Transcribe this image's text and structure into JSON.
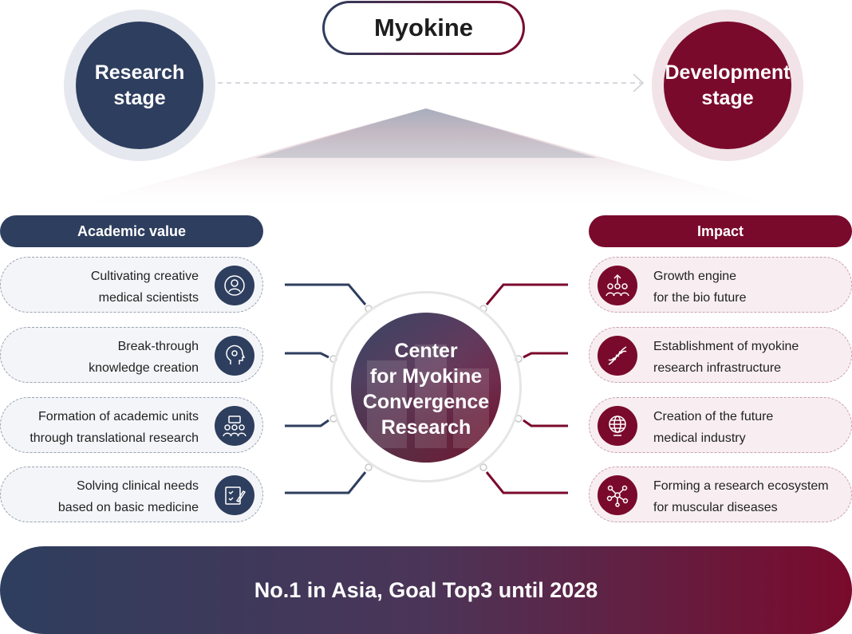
{
  "title": "Myokine",
  "research_stage": {
    "line1": "Research",
    "line2": "stage"
  },
  "development_stage": {
    "line1": "Development",
    "line2": "stage"
  },
  "left_column": {
    "header": "Academic value",
    "items": [
      {
        "line1": "Cultivating creative",
        "line2": "medical scientists",
        "icon": "creative-scientist-icon"
      },
      {
        "line1": "Break-through",
        "line2": "knowledge creation",
        "icon": "brain-gear-icon"
      },
      {
        "line1": "Formation of academic units",
        "line2": "through translational research",
        "icon": "team-presentation-icon"
      },
      {
        "line1": "Solving clinical needs",
        "line2": "based on basic medicine",
        "icon": "checklist-pencil-icon"
      }
    ]
  },
  "right_column": {
    "header": "Impact",
    "items": [
      {
        "line1": "Growth engine",
        "line2": "for the bio future",
        "icon": "people-growth-icon"
      },
      {
        "line1": "Establishment of myokine",
        "line2": "research infrastructure",
        "icon": "dna-icon"
      },
      {
        "line1": "Creation of the future",
        "line2": "medical industry",
        "icon": "globe-hand-icon"
      },
      {
        "line1": "Forming a research ecosystem",
        "line2": "for muscular  diseases",
        "icon": "network-nodes-icon"
      }
    ]
  },
  "center": {
    "line1": "Center",
    "line2": "for Myokine",
    "line3": "Convergence",
    "line4": "Research"
  },
  "bottom_banner": "No.1 in Asia, Goal Top3 until 2028",
  "colors": {
    "navy": "#2e3e5e",
    "burgundy": "#7a0a2c",
    "left_item_bg": "#f4f5f8",
    "right_item_bg": "#f8eef1"
  }
}
